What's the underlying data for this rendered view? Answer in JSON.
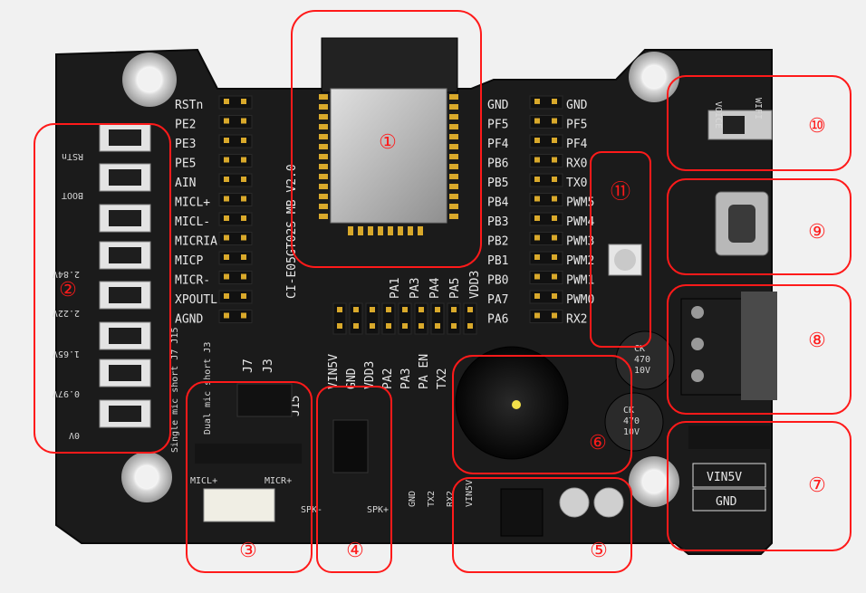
{
  "board": {
    "name": "CI-E05GT02S MB V2.0",
    "silkscreen": {
      "left_header": [
        "RSTn",
        "PE2",
        "PE3",
        "PE5",
        "AIN",
        "MICL+",
        "MICL-",
        "MICRIA",
        "MICP",
        "MICR-",
        "XPOUTL",
        "AGND"
      ],
      "right_header_left": [
        "GND",
        "PF5",
        "PF4",
        "PB6",
        "PB5",
        "PB4",
        "PB3",
        "PB2",
        "PB1",
        "PB0",
        "PA7",
        "PA6"
      ],
      "right_header_right": [
        "GND",
        "PF5",
        "PF4",
        "RX0",
        "TX0",
        "PWM5",
        "PWM4",
        "PWM3",
        "PWM2",
        "PWM1",
        "PWM0",
        "RX2"
      ],
      "bottom_vertical": [
        "PA1",
        "PA3",
        "PA4",
        "PA5",
        "VDD3"
      ],
      "lower_vertical": [
        "VIN5V",
        "GND",
        "VDD3",
        "PA2",
        "PA3",
        "PA EN",
        "TX2"
      ],
      "uart_labels": [
        "GND",
        "TX2",
        "RX2",
        "VIN5V"
      ],
      "button_labels": [
        "RSTn",
        "BOOT",
        "2.84V",
        "2.22V",
        "1.65V",
        "0.97V",
        "0V"
      ],
      "mic_labels": [
        "Dual mic short J3",
        "Single mic short J7 J15"
      ],
      "jumpers": [
        "J7",
        "J3",
        "J15"
      ],
      "mic_connector": [
        "MICL+",
        "MICR+"
      ],
      "spk_labels": [
        "SPK-",
        "SPK+"
      ],
      "switch_labels": [
        "VOICE",
        "WIFI"
      ],
      "power_labels": [
        "VIN5V",
        "GND"
      ],
      "capacitor_marking": [
        "CK",
        "470",
        "10V"
      ]
    },
    "callouts": [
      "①",
      "②",
      "③",
      "④",
      "⑤",
      "⑥",
      "⑦",
      "⑧",
      "⑨",
      "⑩",
      "⑪"
    ]
  },
  "colors": {
    "background": "#f1f1f1",
    "pcb": "#1a1a1a",
    "callout": "#ff1a1a",
    "silkscreen": "#e8e8e8",
    "module_shield": "#c4c4c4",
    "gold_pin": "#d9a92b"
  }
}
